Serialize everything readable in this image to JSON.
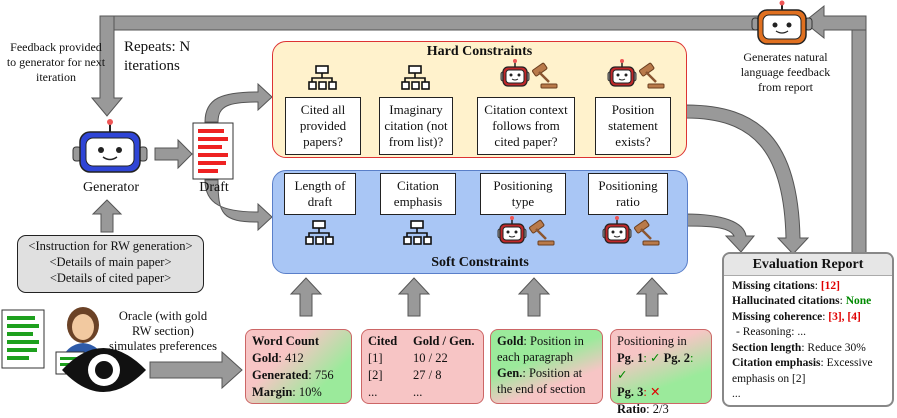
{
  "loop_label": "Repeats: N iterations",
  "feedback_note": "Feedback provided to generator for next iteration",
  "generator_label": "Generator",
  "draft_label": "Draft",
  "input_box": {
    "line1": "<Instruction for RW generation>",
    "line2": "<Details of main paper>",
    "line3": "<Details of cited paper>"
  },
  "oracle_text": "Oracle (with gold RW section) simulates preferences",
  "feedback_generator_text": "Generates natural language feedback from report",
  "hard": {
    "title": "Hard Constraints",
    "items": [
      {
        "text": "Cited all provided papers?",
        "icon": "hierarchy-icon"
      },
      {
        "text": "Imaginary citation (not from list)?",
        "icon": "hierarchy-icon"
      },
      {
        "text": "Citation context follows from cited paper?",
        "icon": "robot-judge-icon"
      },
      {
        "text": "Position statement exists?",
        "icon": "robot-judge-icon"
      }
    ]
  },
  "soft": {
    "title": "Soft Constraints",
    "items": [
      {
        "text": "Length of draft",
        "icon": "hierarchy-icon"
      },
      {
        "text": "Citation emphasis",
        "icon": "hierarchy-icon"
      },
      {
        "text": "Positioning type",
        "icon": "robot-judge-icon"
      },
      {
        "text": "Positioning ratio",
        "icon": "robot-judge-icon"
      }
    ]
  },
  "prefs": {
    "word": {
      "title": "Word Count",
      "gold_k": "Gold",
      "gold_v": ": 412",
      "gen_k": "Generated",
      "gen_v": ": 756",
      "margin_k": "Margin",
      "margin_v": ": 10%"
    },
    "cited": {
      "h1": "Cited",
      "h2": "Gold / Gen.",
      "rows": [
        [
          "[1]",
          "10 / 22"
        ],
        [
          "[2]",
          "27 / 8"
        ],
        [
          "...",
          "..."
        ]
      ]
    },
    "gold": {
      "k1": "Gold",
      "v1": ": Position in each paragraph",
      "k2": "Gen.",
      "v2": ": Position at the end of  section"
    },
    "pos": {
      "l1": "Positioning in",
      "l2a": "Pg. 1",
      "l2b": ": ✓ ",
      "l2c": "Pg. 2",
      "l2d": ": ✓",
      "l3a": "Pg. 3",
      "l3b": ": ✕",
      "l4a": "Ratio",
      "l4b": ": 2/3"
    }
  },
  "report": {
    "title": "Evaluation Report",
    "missing_k": "Missing citations",
    "missing_v": "[12]",
    "halluc_k": "Hallucinated citations",
    "halluc_v": "None",
    "coh_k": "Missing coherence",
    "coh_v": "[3], [4]",
    "reason": "- Reasoning: ...",
    "len_k": "Section length",
    "len_v": ": Reduce 30%",
    "emph_k": "Citation emphasis",
    "emph_v": ": Excessive emphasis on [2]",
    "end": "..."
  }
}
